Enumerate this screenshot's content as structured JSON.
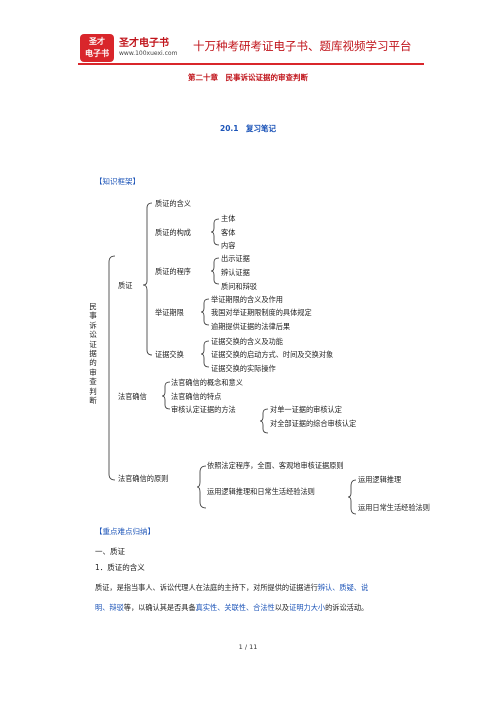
{
  "header": {
    "logo_top": "圣才",
    "logo_bottom": "电子书",
    "brand": "圣才电子书",
    "url": "www.100xuexi.com",
    "slogan": "十万种考研考证电子书、题库视频学习平台"
  },
  "chapter_title": "第二十章　民事诉讼证据的审查判断",
  "section_title": "20.1　复习笔记",
  "framework_label": "【知识框架】",
  "tree": {
    "root": "民事诉讼证据的审查判断",
    "zhizheng": "质证",
    "zhizheng_hanyi": "质证的含义",
    "zhizheng_goucheng": "质证的构成",
    "goucheng_items": [
      "主体",
      "客体",
      "内容"
    ],
    "zhizheng_chengxu": "质证的程序",
    "chengxu_items": [
      "出示证据",
      "辨认证据",
      "质问和辩驳"
    ],
    "juzheng_qixian": "举证期限",
    "qixian_items": [
      "举证期限的含义及作用",
      "我国对举证期限制度的具体规定",
      "逾期提供证据的法律后果"
    ],
    "zhengju_jiaohuan": "证据交换",
    "jiaohuan_items": [
      "证据交换的含义及功能",
      "证据交换的启动方式、时间及交换对象",
      "证据交换的实际操作"
    ],
    "faguan_queren": "法官确信",
    "queren_items": [
      "法官确信的概念和意义",
      "法官确信的特点"
    ],
    "shenhe_fangfa": "审核认定证据的方法",
    "fangfa_items": [
      "对单一证据的审核认定",
      "对全部证据的综合审核认定"
    ],
    "queren_yuanze": "法官确信的原则",
    "yuanze_item1": "依照法定程序，全面、客观地审核证据原则",
    "yuanze_item2": "运用逻辑推理和日常生活经验法则",
    "yuanze_sub": [
      "运用逻辑推理",
      "运用日常生活经验法则"
    ]
  },
  "key_points_label": "【重点难点归纳】",
  "heading1": "一、质证",
  "heading2": "1．质证的含义",
  "paragraph": {
    "p1": "质证，是指当事人、诉讼代理人在法庭的主持下，对所提供的证据进行",
    "h1": "辨认、质疑、说",
    "h2": "明、辩驳",
    "p2": "等，以确认其是否具备",
    "h3": "真实性、关联性、合法性",
    "p3": "以及",
    "h4": "证明力大小",
    "p4": "的诉讼活动。"
  },
  "page_number": "1 / 11",
  "colors": {
    "brand_red": "#c0141b",
    "heading_blue": "#1c54b8"
  }
}
